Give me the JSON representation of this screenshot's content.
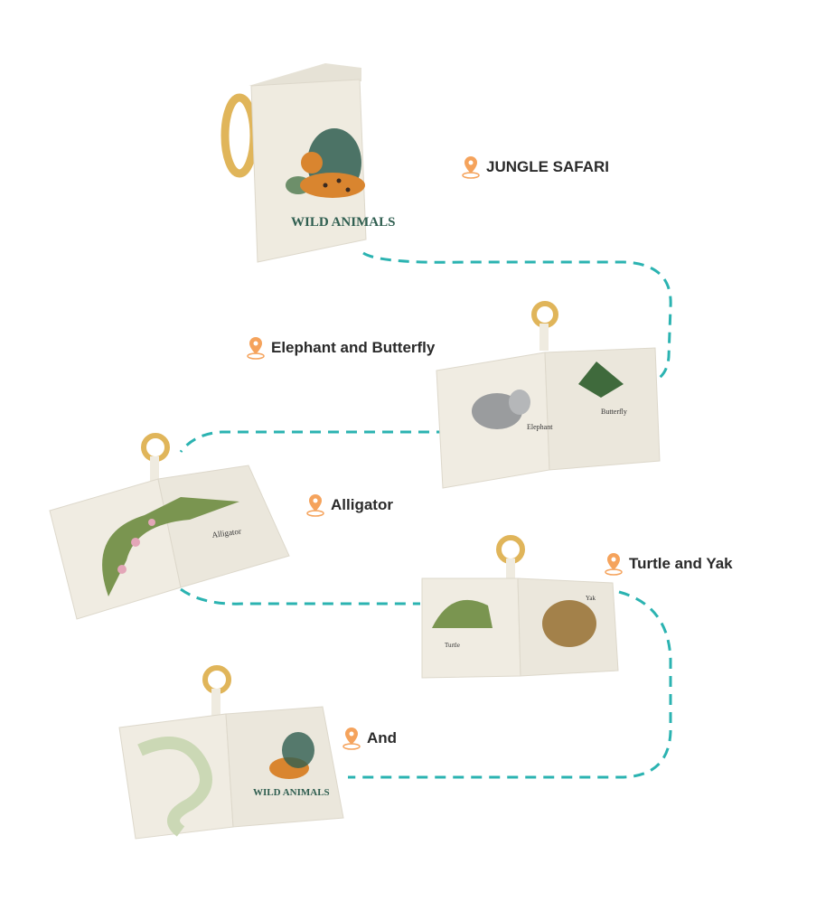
{
  "colors": {
    "path": "#2bb3b1",
    "pin": "#f5a35c",
    "cloth": "#efebe0",
    "ring": "#e0b55a",
    "green": "#7a9550",
    "teal_title": "#2f5e50"
  },
  "cover": {
    "title": "WILD ANIMALS"
  },
  "stops": [
    {
      "label": "JUNGLE SAFARI",
      "icon": "location-pin-icon"
    },
    {
      "label": "Elephant and Butterfly",
      "icon": "location-pin-icon",
      "page_labels": [
        "Elephant",
        "Butterfly"
      ]
    },
    {
      "label": "Alligator",
      "icon": "location-pin-icon",
      "page_labels": [
        "Alligator"
      ]
    },
    {
      "label": "Turtle and Yak",
      "icon": "location-pin-icon",
      "page_labels": [
        "Turtle",
        "Yak"
      ]
    },
    {
      "label": "And",
      "icon": "location-pin-icon",
      "page_labels": [
        "WILD ANIMALS"
      ]
    }
  ]
}
